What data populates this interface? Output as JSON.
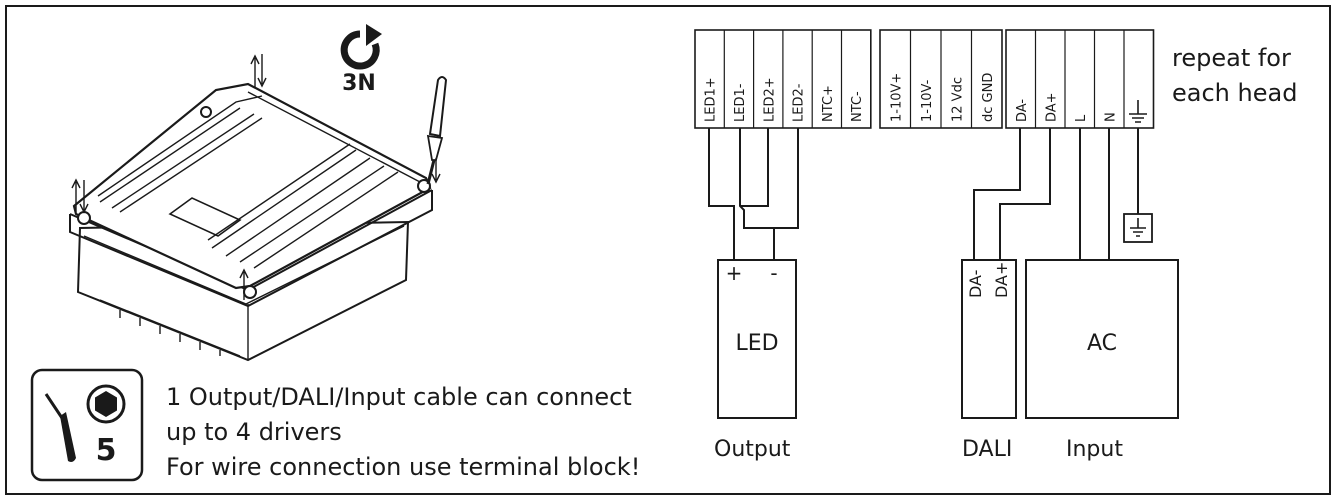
{
  "rotate_label": "3N",
  "tool_size": "5",
  "notes": [
    "1 Output/DALI/Input cable can connect",
    "up to 4 drivers",
    "For wire connection use terminal block!"
  ],
  "terminal_blocks": [
    [
      "LED1+",
      "LED1-",
      "LED2+",
      "LED2-",
      "NTC+",
      "NTC-"
    ],
    [
      "1-10V+",
      "1-10V-",
      "12 Vdc",
      "dc GND"
    ],
    [
      "DA-",
      "DA+",
      "L",
      "N"
    ]
  ],
  "repeat_label": [
    "repeat for",
    "each head"
  ],
  "led_box": {
    "plus": "+",
    "minus": "-",
    "label": "LED"
  },
  "dali_box": {
    "pins": [
      "DA-",
      "DA+"
    ]
  },
  "ac_box": {
    "label": "AC"
  },
  "captions": {
    "output": "Output",
    "dali": "DALI",
    "input": "Input"
  }
}
